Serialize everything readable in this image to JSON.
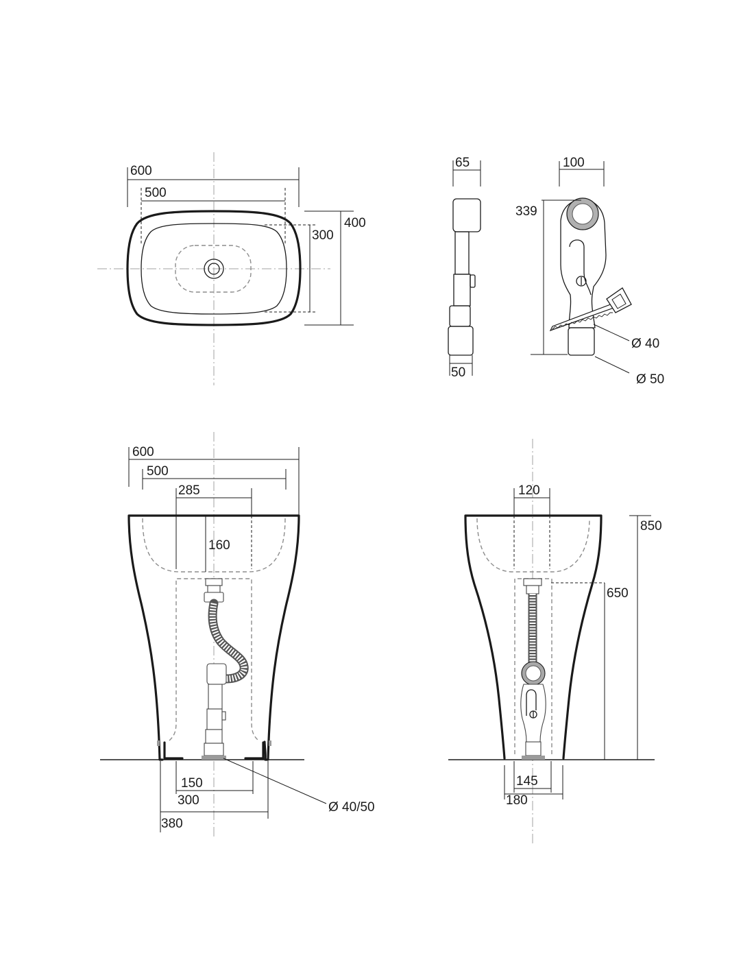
{
  "top_view": {
    "width_outer": "600",
    "width_inner": "500",
    "depth_inner": "300",
    "depth_outer": "400"
  },
  "trap_view": {
    "width_side": "65",
    "width_base": "50",
    "width_trap": "100",
    "height_trap": "339",
    "diameter_small": "Ø 40",
    "diameter_large": "Ø 50"
  },
  "front_view": {
    "width_outer": "600",
    "width_inner": "500",
    "width_basin": "285",
    "depth_basin": "160",
    "base_150": "150",
    "base_300": "300",
    "base_380": "380",
    "outlet": "Ø 40/50"
  },
  "side_view": {
    "width_top": "120",
    "height_total": "850",
    "height_outlet": "650",
    "base_145": "145",
    "base_180": "180"
  }
}
